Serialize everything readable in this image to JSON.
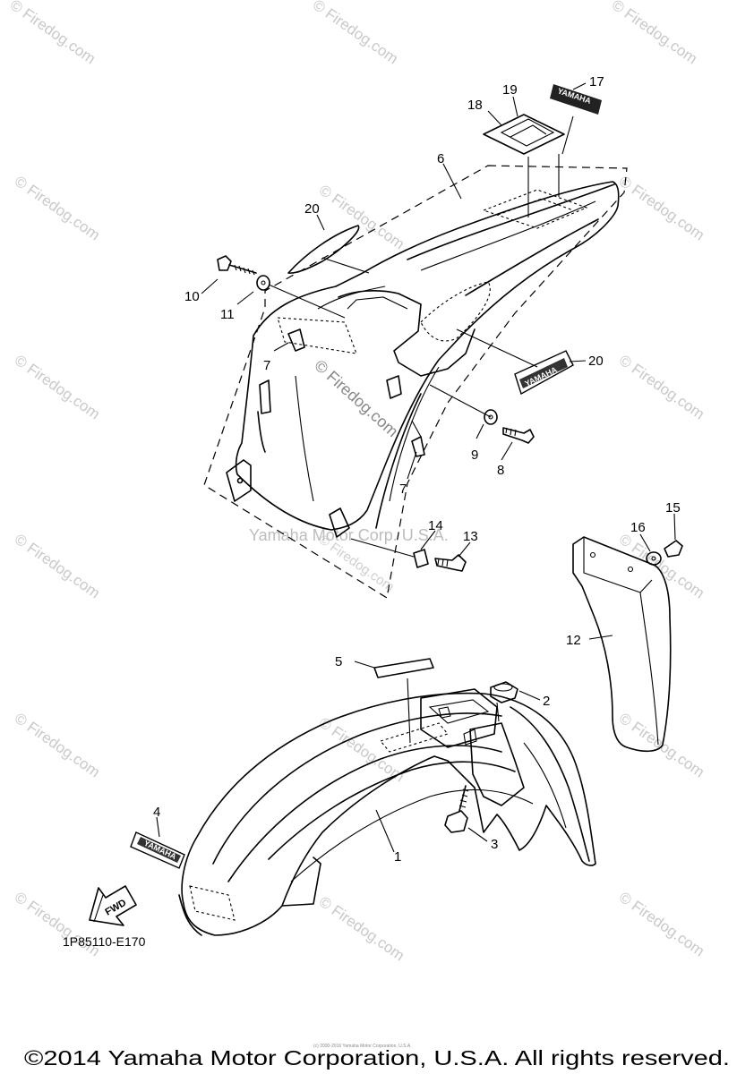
{
  "diagram_code": "1P85110-E170",
  "watermarks": {
    "site": "© Firedog.com",
    "center_site": "© Firedog.com",
    "company": "Yamaha Motor Corp. U.S.A."
  },
  "fine_print": "(c) 2000-2016 Yamaha Motor Corporation, U.S.A.",
  "copyright": "©2014 Yamaha Motor Corporation, U.S.A. All rights reserved.",
  "direction_label": "FWD",
  "decal_logo": "YAMAHA",
  "callouts": [
    "1",
    "2",
    "3",
    "4",
    "5",
    "6",
    "7",
    "7",
    "8",
    "9",
    "10",
    "11",
    "12",
    "13",
    "14",
    "15",
    "16",
    "17",
    "18",
    "19",
    "20",
    "20"
  ]
}
